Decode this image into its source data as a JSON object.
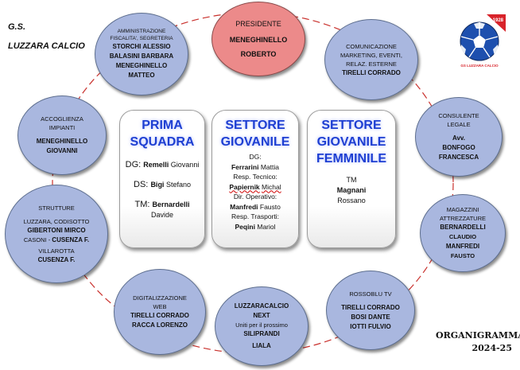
{
  "club": {
    "line1": "G.S.",
    "line2": "LUZZARA CALCIO"
  },
  "logo": {
    "year": "1928",
    "text": "GS LUZZARA CALCIO",
    "accent": "#d8232a",
    "ball": "#1d4fae"
  },
  "organigram": {
    "line1": "ORGANIGRAMMA",
    "line2": "2024-25"
  },
  "colors": {
    "bubble": "#a9b7df",
    "president": "#ec8a8a",
    "ring": "#c9302c",
    "title_blue": "#1e3fd2"
  },
  "president": {
    "role": "PRESIDENTE",
    "name1": "MENEGHINELLO",
    "name2": "ROBERTO"
  },
  "amministrazione": {
    "role1": "AMMINISTRAZIONE",
    "role2": "FISCALITA', SEGRETERIA",
    "name1": "STORCHI ALESSIO",
    "name2": "BALASINI BARBARA",
    "name3": "MENEGHINELLO",
    "name4": "MATTEO"
  },
  "comunicazione": {
    "role1": "COMUNICAZIONE",
    "role2": "MARKETING, EVENTI,",
    "role3": "RELAZ. ESTERNE",
    "name1": "TIRELLI CORRADO"
  },
  "accoglienza": {
    "role1": "ACCOGLIENZA",
    "role2": "IMPIANTI",
    "name1": "MENEGHINELLO",
    "name2": "GIOVANNI"
  },
  "legale": {
    "role1": "CONSULENTE",
    "role2": "LEGALE",
    "name1": "Avv.",
    "name2": "BONFOGO",
    "name3": "FRANCESCA"
  },
  "strutture": {
    "role1": "STRUTTURE",
    "l1": "LUZZARA,  CODISOTTO",
    "n1": "GIBERTONI MIRCO",
    "l2a": "CASONI - ",
    "l2b": "CUSENZA F.",
    "l3": "VILLAROTTA",
    "n3": "CUSENZA F."
  },
  "magazzini": {
    "role1": "MAGAZZINI",
    "role2": "ATTREZZATURE",
    "name1": "BERNARDELLI",
    "name2": "CLAUDIO",
    "name3": "MANFREDI",
    "name4": "FAUSTO"
  },
  "digitalizzazione": {
    "role1": "DIGITALIZZAZIONE",
    "role2": "WEB",
    "name1": "TIRELLI CORRADO",
    "name2": "RACCA LORENZO"
  },
  "next": {
    "name1": "LUZZARACALCIO",
    "name2": "NEXT",
    "role1": "Uniti per il prossimo",
    "name3": "SILIPRANDI",
    "name4": "LIALA"
  },
  "rossoblu": {
    "role1": "ROSSOBLU TV",
    "name1": "TIRELLI CORRADO",
    "name2": "BOSI DANTE",
    "name3": "IOTTI FULVIO"
  },
  "prima_squadra": {
    "title1": "PRIMA",
    "title2": "SQUADRA",
    "dg_label": "DG: ",
    "dg_last": "Remelli",
    "dg_first": " Giovanni",
    "ds_label": "DS: ",
    "ds_last": "Bigi",
    "ds_first": " Stefano",
    "tm_label": "TM: ",
    "tm_last": "Bernardelli",
    "tm_first": "Davide"
  },
  "settore_giovanile": {
    "title1": "SETTORE",
    "title2": "GIOVANILE",
    "dg_label": "DG:",
    "dg_last": "Ferrarini",
    "dg_first": " Mattia",
    "rt_label": "Resp. Tecnico:",
    "rt_last": "Papiernik",
    "rt_first": "Michal",
    "do_label": "Dir. Operativo:",
    "do_last": "Manfredi",
    "do_first": " Fausto",
    "tr_label": "Resp. Trasporti:",
    "tr_last": "Peqini",
    "tr_first": " Mariol"
  },
  "settore_femminile": {
    "title1": "SETTORE",
    "title2": "GIOVANILE",
    "title3": "FEMMINILE",
    "tm_label": "TM",
    "tm_last": "Magnani",
    "tm_first": "Rossano"
  }
}
